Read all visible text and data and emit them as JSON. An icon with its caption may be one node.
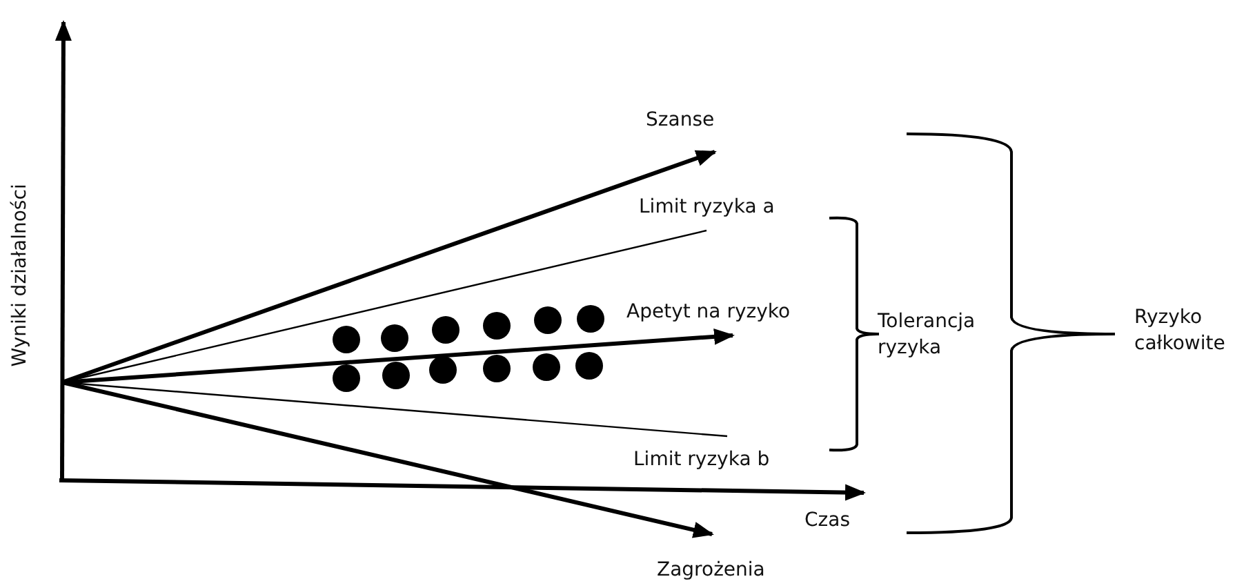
{
  "diagram": {
    "labels": [
      "Wyniki działalności",
      "Szanse",
      "Limit ryzyka a",
      "Apetyt na ryzyko",
      "Tolerancja ryzyka",
      "Ryzyko całkowite",
      "Limit ryzyka b",
      "Czas",
      "Zagrożenia"
    ]
  }
}
